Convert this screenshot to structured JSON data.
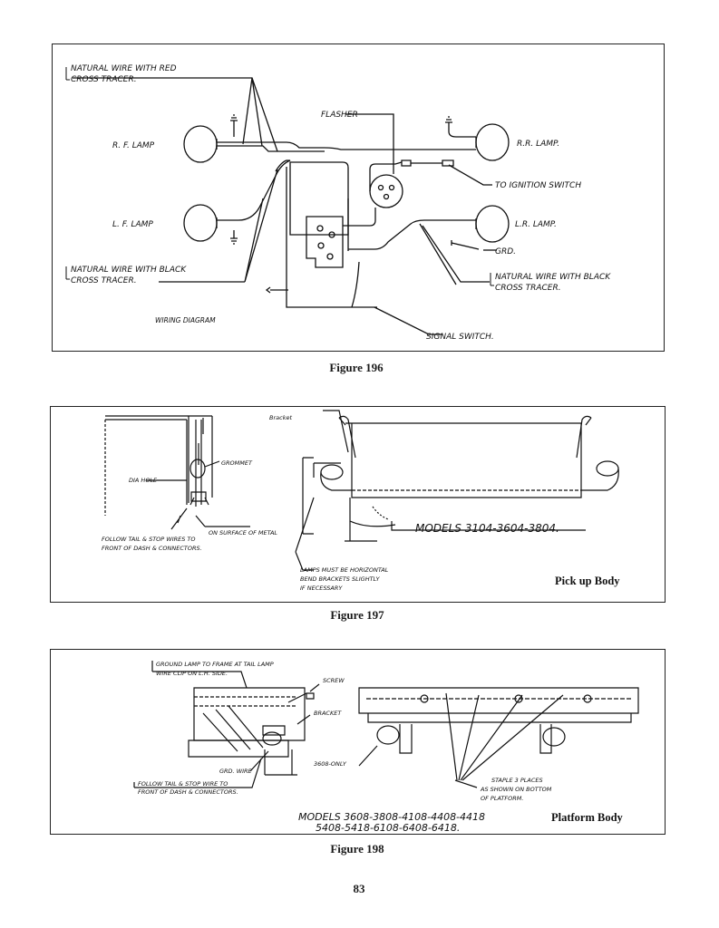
{
  "figures": {
    "fig196": {
      "caption": "Figure 196",
      "labels": {
        "natural_red_1": "NATURAL WIRE WITH RED",
        "natural_red_2": "CROSS TRACER.",
        "flasher": "FLASHER",
        "rf_lamp": "R. F. LAMP",
        "rr_lamp": "R.R. LAMP.",
        "ignition": "TO IGNITION SWITCH",
        "lf_lamp": "L. F. LAMP",
        "lr_lamp": "L.R. LAMP.",
        "grd": "GRD.",
        "natural_black_left_1": "NATURAL WIRE WITH BLACK",
        "natural_black_left_2": "CROSS TRACER.",
        "natural_black_right_1": "NATURAL WIRE WITH BLACK",
        "natural_black_right_2": "CROSS TRACER.",
        "wiring_diagram": "WIRING DIAGRAM",
        "signal_switch": "SIGNAL SWITCH."
      }
    },
    "fig197": {
      "caption": "Figure 197",
      "labels": {
        "bracket": "Bracket",
        "grommet": "GROMMET",
        "dia_hole": "DIA HOLE",
        "on_surface": "ON SURFACE OF METAL",
        "follow_1": "FOLLOW TAIL & STOP WIRES TO",
        "follow_2": "FRONT OF DASH & CONNECTORS.",
        "models": "MODELS 3104-3604-3804.",
        "lamps_1": "LAMPS MUST BE HORIZONTAL",
        "lamps_2": "BEND BRACKETS SLIGHTLY",
        "lamps_3": "IF NECESSARY",
        "body": "Pick up Body"
      }
    },
    "fig198": {
      "caption": "Figure 198",
      "labels": {
        "ground_1": "GROUND LAMP TO FRAME AT TAIL LAMP",
        "ground_2": "WIRE CLIP ON L.H. SIDE.",
        "screw": "SCREW",
        "bracket": "BRACKET",
        "grd_wire": "GRD. WIRE",
        "only3608": "3608-ONLY",
        "follow_1": "FOLLOW TAIL & STOP WIRE TO",
        "follow_2": "FRONT OF DASH & CONNECTORS.",
        "staple_1": "STAPLE 3 PLACES",
        "staple_2": "AS SHOWN ON BOTTOM",
        "staple_3": "OF PLATFORM.",
        "models_1": "MODELS 3608-3808-4108-4408-4418",
        "models_2": "5408-5418-6108-6408-6418.",
        "body": "Platform Body"
      }
    }
  },
  "page_number": "83"
}
